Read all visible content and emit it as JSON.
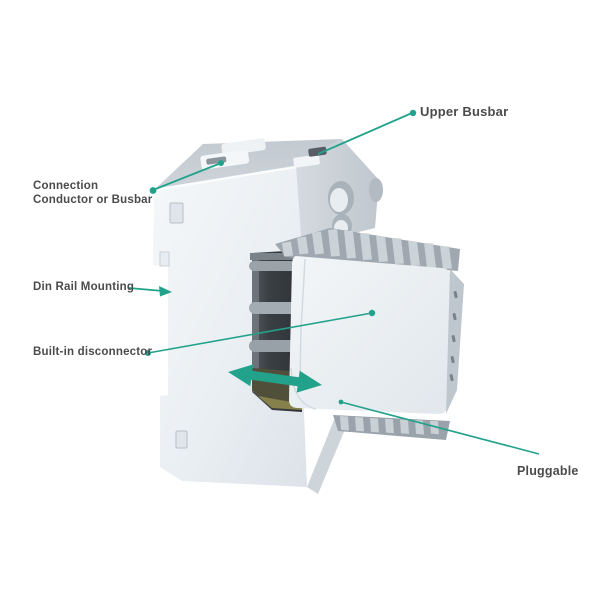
{
  "diagram": {
    "subject": "din-rail-surge-protector-with-pluggable-module",
    "background": "#FFFFFF"
  },
  "colors": {
    "background": "#FFFFFF",
    "accent": "#23A28B",
    "label_text": "#4B4B4D",
    "body_light": "#F2F5F7",
    "body_shadow": "#DCE2E8",
    "top_face": "#C7CDD4",
    "cavity_dark": "#3A3F43",
    "cavity_olive": "#56563B"
  },
  "annotations": {
    "upper_busbar": {
      "label": "Upper Busbar"
    },
    "connection": {
      "label_line1": "Connection",
      "label_line2": "Conductor or Busbar"
    },
    "din_rail": {
      "label": "Din Rail Mounting"
    },
    "disconnector": {
      "label": "Built-in disconnector"
    },
    "pluggable": {
      "label": "Pluggable"
    }
  }
}
